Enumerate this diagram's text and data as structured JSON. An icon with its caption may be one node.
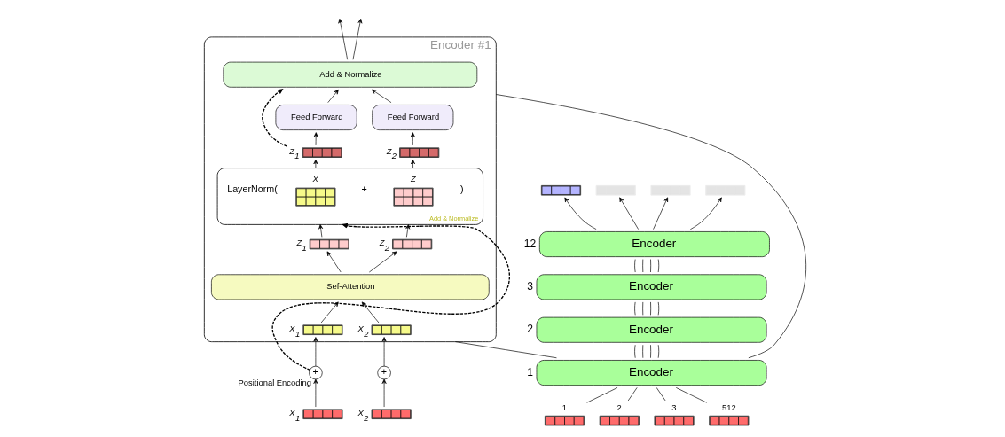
{
  "diagram": {
    "nodes": [
      {
        "text": [
          "Encoder"
        ],
        "beside": [
          "12"
        ]
      },
      {
        "text": [
          "Encoder"
        ],
        "beside": [
          "3"
        ]
      },
      {
        "text": [
          "Encoder"
        ],
        "beside": [
          "2"
        ]
      },
      {
        "text": [
          "Encoder"
        ],
        "beside": [
          "1"
        ]
      },
      {
        "text": [],
        "shape": "bar",
        "beside": [
          "1"
        ]
      },
      {
        "text": [],
        "shape": "bar",
        "beside": [
          "2"
        ]
      },
      {
        "text": [],
        "shape": "bar",
        "beside": [
          "3"
        ]
      },
      {
        "text": [],
        "shape": "bar",
        "beside": [
          "512"
        ]
      },
      {
        "text": [],
        "shape": "bar"
      },
      {
        "text": [],
        "shape": "bar"
      },
      {
        "text": [],
        "shape": "bar"
      },
      {
        "text": [],
        "shape": "bar"
      },
      {
        "text": [
          "Encoder #1"
        ]
      },
      {
        "text": [
          "Add & Normalize"
        ],
        "in": 12
      },
      {
        "text": [
          "Feed Forward"
        ],
        "in": 12
      },
      {
        "text": [
          "Feed Forward"
        ],
        "in": 12
      },
      {
        "text": [],
        "shape": "bar",
        "beside": [
          "Z$_{1}$"
        ],
        "in": 12
      },
      {
        "text": [],
        "shape": "bar",
        "beside": [
          "Z$_{2}$"
        ],
        "in": 12
      },
      {
        "text": [
          "Add & Normalize",
          "LayerNorm(",
          "+",
          ")"
        ],
        "in": 12
      },
      {
        "text": [],
        "shape": "bar",
        "beside": [
          "X"
        ],
        "in": 18
      },
      {
        "text": [],
        "shape": "bar",
        "beside": [
          "Z"
        ],
        "in": 18
      },
      {
        "text": [],
        "shape": "bar",
        "beside": [
          "Z$_{1}$"
        ],
        "in": 12
      },
      {
        "text": [],
        "shape": "bar",
        "beside": [
          "Z$_{2}$"
        ],
        "in": 12
      },
      {
        "text": [
          "Sef-Attention"
        ],
        "in": 12
      },
      {
        "text": [],
        "shape": "bar",
        "beside": [
          "X$_{1}$"
        ],
        "in": 12
      },
      {
        "text": [],
        "shape": "bar",
        "beside": [
          "X$_{2}$"
        ],
        "in": 12
      },
      {
        "text": [
          "+"
        ],
        "beside": [
          "Positional Encoding"
        ]
      },
      {
        "text": [
          "+"
        ]
      },
      {
        "text": [],
        "shape": "bar",
        "beside": [
          "X$_{1}$"
        ]
      },
      {
        "text": [],
        "shape": "bar",
        "beside": [
          "X$_{2}$"
        ]
      }
    ],
    "edges": [
      {
        "from": 4,
        "to": 3,
        "arrow": "none"
      },
      {
        "from": 5,
        "to": 3,
        "arrow": "none"
      },
      {
        "from": 6,
        "to": 3,
        "arrow": "none"
      },
      {
        "from": 7,
        "to": 3,
        "arrow": "none"
      },
      {
        "from": 3,
        "to": 2,
        "arrow": "none"
      },
      {
        "from": 3,
        "to": 2,
        "arrow": "none"
      },
      {
        "from": 3,
        "to": 2,
        "arrow": "none"
      },
      {
        "from": 3,
        "to": 2,
        "arrow": "none"
      },
      {
        "from": 2,
        "to": 1,
        "arrow": "none"
      },
      {
        "from": 2,
        "to": 1,
        "arrow": "none"
      },
      {
        "from": 2,
        "to": 1,
        "arrow": "none"
      },
      {
        "from": 2,
        "to": 1,
        "arrow": "none"
      },
      {
        "from": 1,
        "to": 0,
        "arrow": "none"
      },
      {
        "from": 1,
        "to": 0,
        "arrow": "none"
      },
      {
        "from": 1,
        "to": 0,
        "arrow": "none"
      },
      {
        "from": 1,
        "to": 0,
        "arrow": "none"
      },
      {
        "from": 0,
        "to": 8,
        "arrow": "to"
      },
      {
        "from": 0,
        "to": 9,
        "arrow": "to"
      },
      {
        "from": 0,
        "to": 10,
        "arrow": "to"
      },
      {
        "from": 0,
        "to": 11,
        "arrow": "to"
      },
      {
        "from": 3,
        "to": 12,
        "arrow": "none"
      },
      {
        "from": 3,
        "to": 12,
        "arrow": "none"
      },
      {
        "from": 28,
        "to": 26,
        "arrow": "to"
      },
      {
        "from": 29,
        "to": 27,
        "arrow": "to"
      },
      {
        "from": 26,
        "to": 24,
        "arrow": "to"
      },
      {
        "from": 27,
        "to": 25,
        "arrow": "to"
      },
      {
        "from": 24,
        "to": 23,
        "arrow": "to"
      },
      {
        "from": 25,
        "to": 23,
        "arrow": "to"
      },
      {
        "from": 23,
        "to": 21,
        "arrow": "to"
      },
      {
        "from": 23,
        "to": 22,
        "arrow": "to"
      },
      {
        "from": 21,
        "to": 18,
        "arrow": "to"
      },
      {
        "from": 22,
        "to": 18,
        "arrow": "to"
      },
      {
        "from": 18,
        "to": 16,
        "arrow": "to"
      },
      {
        "from": 18,
        "to": 17,
        "arrow": "to"
      },
      {
        "from": 16,
        "to": 14,
        "arrow": "to"
      },
      {
        "from": 17,
        "to": 15,
        "arrow": "to"
      },
      {
        "from": 14,
        "to": 13,
        "arrow": "to"
      },
      {
        "from": 15,
        "to": 13,
        "arrow": "to"
      },
      {
        "from": 13,
        "to": null,
        "arrow": "to"
      },
      {
        "from": 13,
        "to": null,
        "arrow": "to"
      },
      {
        "from": 26,
        "to": 18,
        "arrow": "to",
        "style": "dashed"
      },
      {
        "from": 16,
        "to": 13,
        "arrow": "to",
        "style": "dashed"
      }
    ]
  }
}
